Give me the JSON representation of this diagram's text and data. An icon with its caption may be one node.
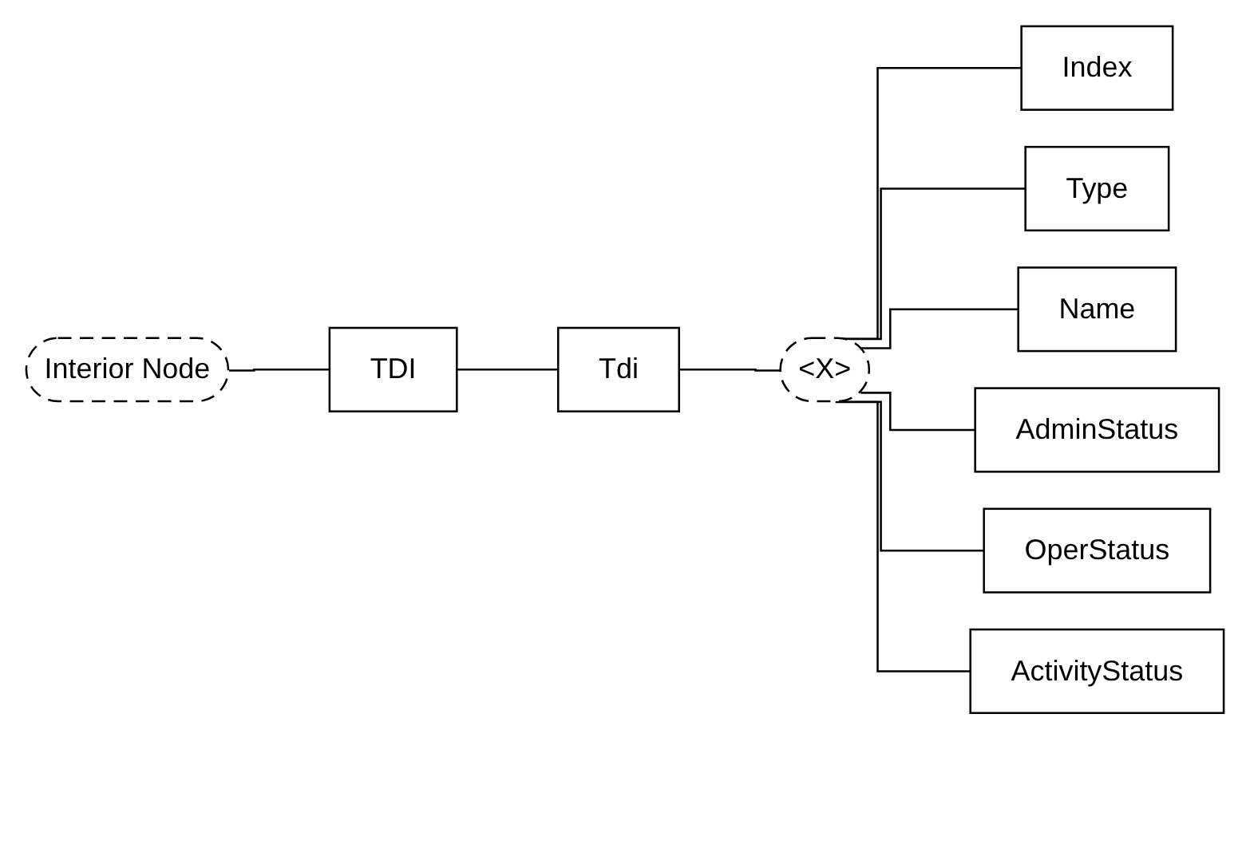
{
  "diagram": {
    "nodes": [
      {
        "text": [
          "Interior Node"
        ]
      },
      {
        "text": [
          "TDI"
        ]
      },
      {
        "text": [
          "Tdi"
        ]
      },
      {
        "text": [
          "<X>"
        ]
      },
      {
        "text": [
          "Index"
        ]
      },
      {
        "text": [
          "Type"
        ]
      },
      {
        "text": [
          "Name"
        ]
      },
      {
        "text": [
          "AdminStatus"
        ]
      },
      {
        "text": [
          "OperStatus"
        ]
      },
      {
        "text": [
          "ActivityStatus"
        ]
      }
    ],
    "edges": [
      {
        "from": 0,
        "to": 1,
        "arrow": "none"
      },
      {
        "from": 1,
        "to": 2,
        "arrow": "none"
      },
      {
        "from": 2,
        "to": 3,
        "arrow": "none"
      },
      {
        "from": 3,
        "to": 4,
        "arrow": "none"
      },
      {
        "from": 3,
        "to": 5,
        "arrow": "none"
      },
      {
        "from": 3,
        "to": 6,
        "arrow": "none"
      },
      {
        "from": 3,
        "to": 7,
        "arrow": "none"
      },
      {
        "from": 3,
        "to": 8,
        "arrow": "none"
      },
      {
        "from": 3,
        "to": 9,
        "arrow": "none"
      }
    ]
  }
}
